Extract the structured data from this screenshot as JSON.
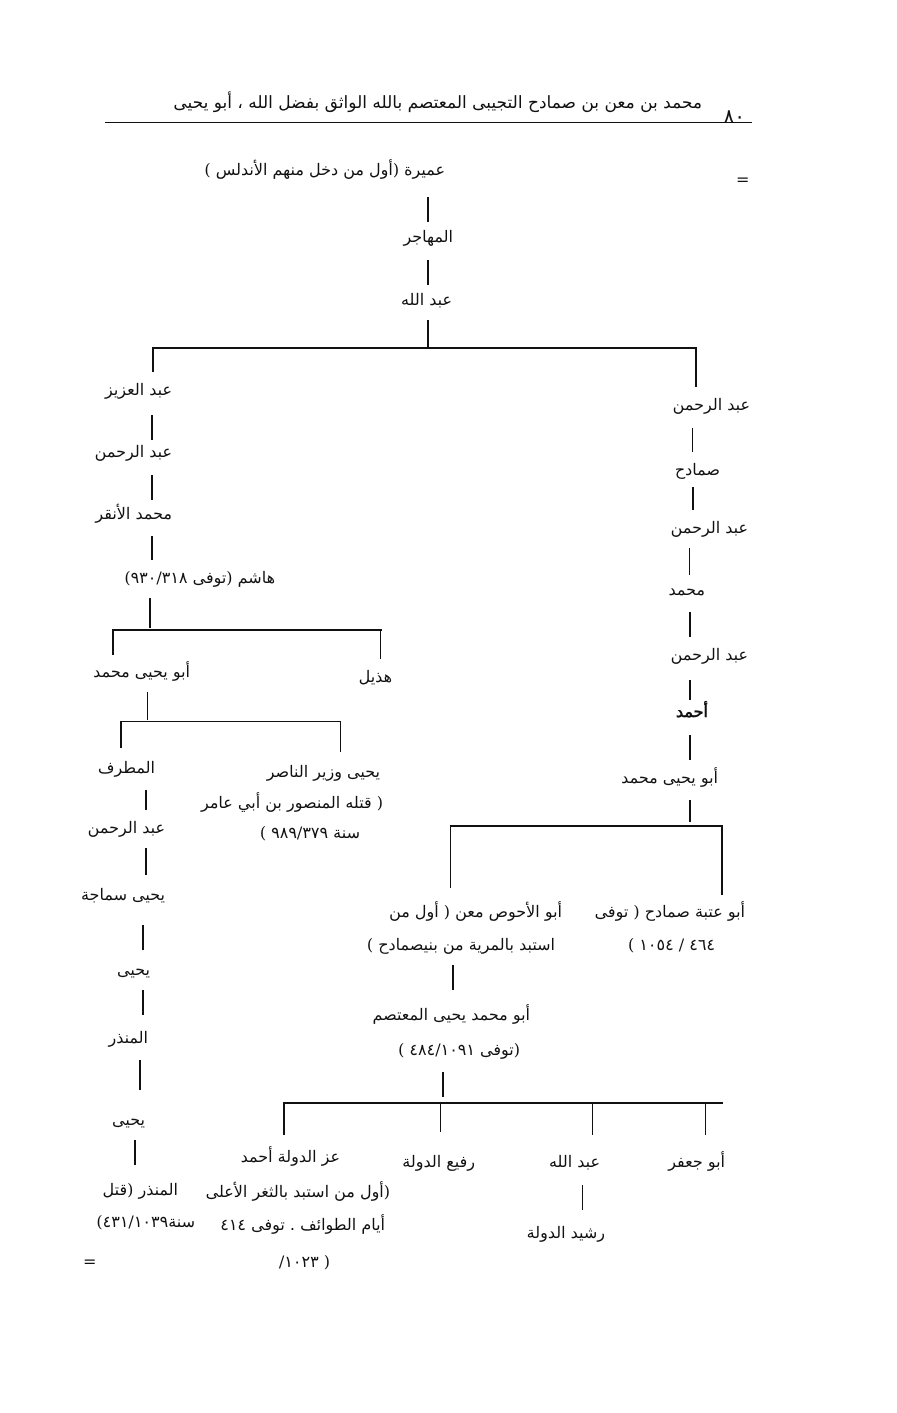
{
  "header": {
    "page_number": "٨٠",
    "title": "محمد بن معن بن صمادح التجيبى المعتصم بالله الواثق بفضل الله ، أبو يحيى"
  },
  "marks": {
    "top_right": "=",
    "bottom_left": "="
  },
  "tree": {
    "root": "عميرة (أول من دخل منهم الأندلس )",
    "muhajir": "المهاجر",
    "abdallah": "عبد الله",
    "left": {
      "abd_alaziz": "عبد العزيز",
      "abd_alrahman": "عبد الرحمن",
      "muhammad_anqar": "محمد الأنقر",
      "hashim": "هاشم (توفى ٩٣٠/٣١٨)",
      "abu_yahya_muhammad": "أبو يحيى محمد",
      "hudhayl": "هذيل",
      "mutarrif": "المطرف",
      "yahya_wazir": [
        "يحيى وزير الناصر",
        "( قتله المنصور بن أبي عامر",
        "سنة ٩٨٩/٣٧٩ )"
      ],
      "abd_alrahman2": "عبد الرحمن",
      "yahya_samaja": "يحيى سماجة",
      "yahya": "يحيى",
      "mundhir": "المنذر",
      "yahya2": "يحيى",
      "mundhir2": [
        "المنذر (قتل",
        "سنة٤٣١/١٠٣٩)"
      ]
    },
    "right": {
      "abd_alrahman1": "عبد الرحمن",
      "sumadih": "صمادح",
      "abd_alrahman2": "عبد الرحمن",
      "muhammad": "محمد",
      "abd_alrahman3": "عبد الرحمن",
      "ahmad": "أحمد",
      "abu_yahya_muhammad": "أبو يحيى محمد",
      "abu_utba": [
        "أبو عتبة صمادح ( توفى",
        "٤٦٤ / ١٠٥٤ )"
      ],
      "abu_alahwas": [
        "أبو الأحوص معن ( أول من",
        "استبد بالمرية من بنيصمادح )"
      ],
      "mutasim": [
        "أبو محمد يحيى المعتصم",
        "(توفى ٤٨٤/١٠٩١ )"
      ],
      "izz_aldawla": [
        "عز الدولة أحمد",
        "(أول من استبد بالثغر الأعلى",
        "أيام الطوائف . توفى ٤١٤",
        "( ١٠٢٣/"
      ],
      "rafi_aldawla": "رفيع الدولة",
      "abdallah": "عبد الله",
      "rashid_aldawla": "رشيد الدولة",
      "abu_jafar": "أبو جعفر"
    }
  }
}
